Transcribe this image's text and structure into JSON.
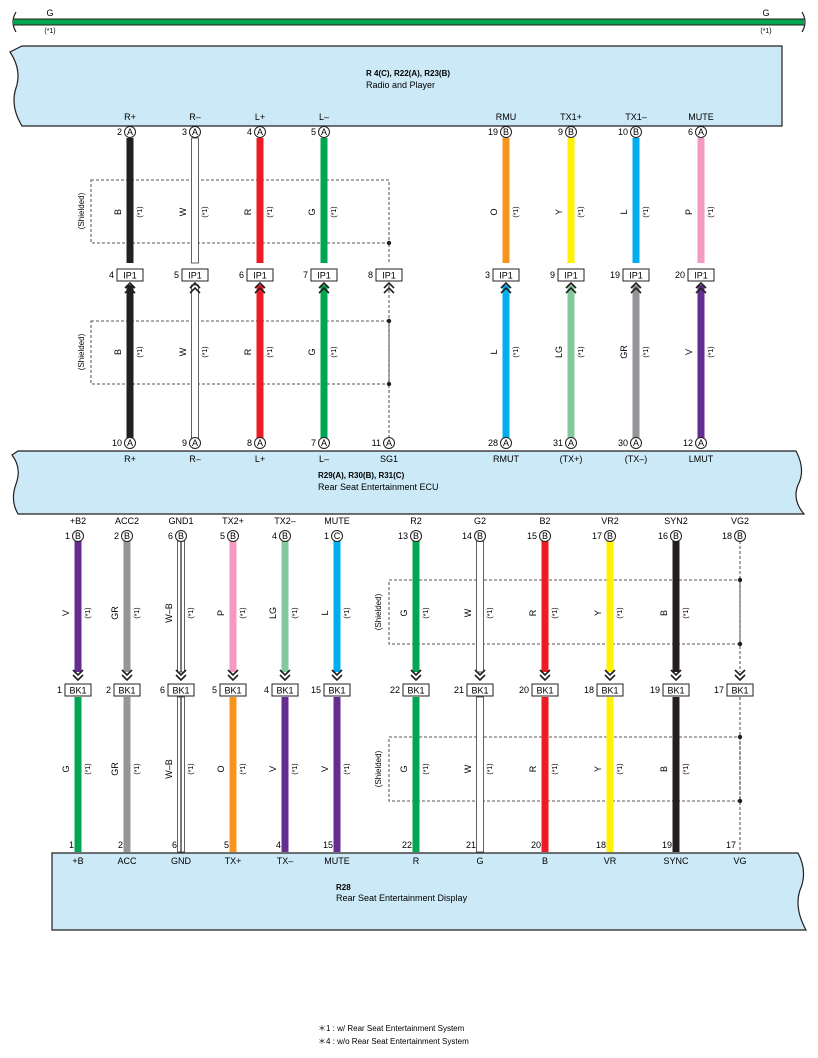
{
  "ground_bus": {
    "left_label": "G",
    "right_label": "G",
    "left_note": "(*1)",
    "right_note": "(*1)",
    "color": "#00a651"
  },
  "components": {
    "radio": {
      "code": "R 4(C), R22(A), R23(B)",
      "name": "Radio and Player"
    },
    "ecu": {
      "code": "R29(A), R30(B), R31(C)",
      "name": "Rear Seat Entertainment ECU"
    },
    "display": {
      "code": "R28",
      "name": "Rear Seat Entertainment Display"
    }
  },
  "shield_label": "(Shielded)",
  "wire_note": "(*1)",
  "connectors": {
    "ip": "IP1",
    "bk": "BK1"
  },
  "upper_wires": [
    {
      "top_signal": "R+",
      "top_pin": "2",
      "top_conn": "A",
      "upper_color": "B",
      "upper_hex": "#231f20",
      "junction_pin": "4",
      "lower_color": "B",
      "lower_hex": "#231f20",
      "bottom_pin": "10",
      "bottom_conn": "A",
      "bottom_signal": "R+"
    },
    {
      "top_signal": "R–",
      "top_pin": "3",
      "top_conn": "A",
      "upper_color": "W",
      "upper_hex": "#ffffff",
      "junction_pin": "5",
      "lower_color": "W",
      "lower_hex": "#ffffff",
      "bottom_pin": "9",
      "bottom_conn": "A",
      "bottom_signal": "R–"
    },
    {
      "top_signal": "L+",
      "top_pin": "4",
      "top_conn": "A",
      "upper_color": "R",
      "upper_hex": "#ed1c24",
      "junction_pin": "6",
      "lower_color": "R",
      "lower_hex": "#ed1c24",
      "bottom_pin": "8",
      "bottom_conn": "A",
      "bottom_signal": "L+"
    },
    {
      "top_signal": "L–",
      "top_pin": "5",
      "top_conn": "A",
      "upper_color": "G",
      "upper_hex": "#00a651",
      "junction_pin": "7",
      "lower_color": "G",
      "lower_hex": "#00a651",
      "bottom_pin": "7",
      "bottom_conn": "A",
      "bottom_signal": "L–"
    },
    {
      "top_signal": "",
      "top_pin": "",
      "top_conn": "",
      "upper_color": "",
      "upper_hex": "",
      "junction_pin": "8",
      "lower_color": "",
      "lower_hex": "",
      "bottom_pin": "11",
      "bottom_conn": "A",
      "bottom_signal": "SG1"
    },
    {
      "top_signal": "RMU",
      "top_pin": "19",
      "top_conn": "B",
      "upper_color": "O",
      "upper_hex": "#f7941d",
      "junction_pin": "3",
      "lower_color": "L",
      "lower_hex": "#00aeef",
      "bottom_pin": "28",
      "bottom_conn": "A",
      "bottom_signal": "RMUT"
    },
    {
      "top_signal": "TX1+",
      "top_pin": "9",
      "top_conn": "B",
      "upper_color": "Y",
      "upper_hex": "#fff200",
      "junction_pin": "9",
      "lower_color": "LG",
      "lower_hex": "#82ca9c",
      "bottom_pin": "31",
      "bottom_conn": "A",
      "bottom_signal": "(TX+)"
    },
    {
      "top_signal": "TX1–",
      "top_pin": "10",
      "top_conn": "B",
      "upper_color": "L",
      "upper_hex": "#00aeef",
      "junction_pin": "19",
      "lower_color": "GR",
      "lower_hex": "#939598",
      "bottom_pin": "30",
      "bottom_conn": "A",
      "bottom_signal": "(TX–)"
    },
    {
      "top_signal": "MUTE",
      "top_pin": "6",
      "top_conn": "A",
      "upper_color": "P",
      "upper_hex": "#f49ac1",
      "junction_pin": "20",
      "lower_color": "V",
      "lower_hex": "#662d91",
      "bottom_pin": "12",
      "bottom_conn": "A",
      "bottom_signal": "LMUT"
    }
  ],
  "lower_wires": [
    {
      "top_signal": "+B2",
      "top_pin": "1",
      "top_conn": "B",
      "upper_color": "V",
      "upper_hex": "#662d91",
      "junction_pin": "1",
      "lower_color": "G",
      "lower_hex": "#00a651",
      "bottom_pin": "1",
      "bottom_signal": "+B"
    },
    {
      "top_signal": "ACC2",
      "top_pin": "2",
      "top_conn": "B",
      "upper_color": "GR",
      "upper_hex": "#939598",
      "junction_pin": "2",
      "lower_color": "GR",
      "lower_hex": "#939598",
      "bottom_pin": "2",
      "bottom_signal": "ACC"
    },
    {
      "top_signal": "GND1",
      "top_pin": "6",
      "top_conn": "B",
      "upper_color": "W–B",
      "upper_hex": "#ffffff",
      "junction_pin": "6",
      "lower_color": "W–B",
      "lower_hex": "#ffffff",
      "bottom_pin": "6",
      "bottom_signal": "GND"
    },
    {
      "top_signal": "TX2+",
      "top_pin": "5",
      "top_conn": "B",
      "upper_color": "P",
      "upper_hex": "#f49ac1",
      "junction_pin": "5",
      "lower_color": "O",
      "lower_hex": "#f7941d",
      "bottom_pin": "5",
      "bottom_signal": "TX+"
    },
    {
      "top_signal": "TX2–",
      "top_pin": "4",
      "top_conn": "B",
      "upper_color": "LG",
      "upper_hex": "#82ca9c",
      "junction_pin": "4",
      "lower_color": "V",
      "lower_hex": "#662d91",
      "bottom_pin": "4",
      "bottom_signal": "TX–"
    },
    {
      "top_signal": "MUTE",
      "top_pin": "1",
      "top_conn": "C",
      "upper_color": "L",
      "upper_hex": "#00aeef",
      "junction_pin": "15",
      "lower_color": "V",
      "lower_hex": "#662d91",
      "bottom_pin": "15",
      "bottom_signal": "MUTE"
    },
    {
      "top_signal": "R2",
      "top_pin": "13",
      "top_conn": "B",
      "upper_color": "G",
      "upper_hex": "#00a651",
      "junction_pin": "22",
      "lower_color": "G",
      "lower_hex": "#00a651",
      "bottom_pin": "22",
      "bottom_signal": "R"
    },
    {
      "top_signal": "G2",
      "top_pin": "14",
      "top_conn": "B",
      "upper_color": "W",
      "upper_hex": "#ffffff",
      "junction_pin": "21",
      "lower_color": "W",
      "lower_hex": "#ffffff",
      "bottom_pin": "21",
      "bottom_signal": "G"
    },
    {
      "top_signal": "B2",
      "top_pin": "15",
      "top_conn": "B",
      "upper_color": "R",
      "upper_hex": "#ed1c24",
      "junction_pin": "20",
      "lower_color": "R",
      "lower_hex": "#ed1c24",
      "bottom_pin": "20",
      "bottom_signal": "B"
    },
    {
      "top_signal": "VR2",
      "top_pin": "17",
      "top_conn": "B",
      "upper_color": "Y",
      "upper_hex": "#fff200",
      "junction_pin": "18",
      "lower_color": "Y",
      "lower_hex": "#fff200",
      "bottom_pin": "18",
      "bottom_signal": "VR"
    },
    {
      "top_signal": "SYN2",
      "top_pin": "16",
      "top_conn": "B",
      "upper_color": "B",
      "upper_hex": "#231f20",
      "junction_pin": "19",
      "lower_color": "B",
      "lower_hex": "#231f20",
      "bottom_pin": "19",
      "bottom_signal": "SYNC"
    },
    {
      "top_signal": "VG2",
      "top_pin": "18",
      "top_conn": "B",
      "upper_color": "",
      "upper_hex": "",
      "junction_pin": "17",
      "lower_color": "",
      "lower_hex": "",
      "bottom_pin": "17",
      "bottom_signal": "VG"
    }
  ],
  "footnotes": [
    "＊1 : w/ Rear Seat Entertainment System",
    "＊4 : w/o Rear Seat Entertainment System"
  ],
  "colors": {
    "component_fill": "#cce9f7",
    "stroke": "#231f20"
  }
}
